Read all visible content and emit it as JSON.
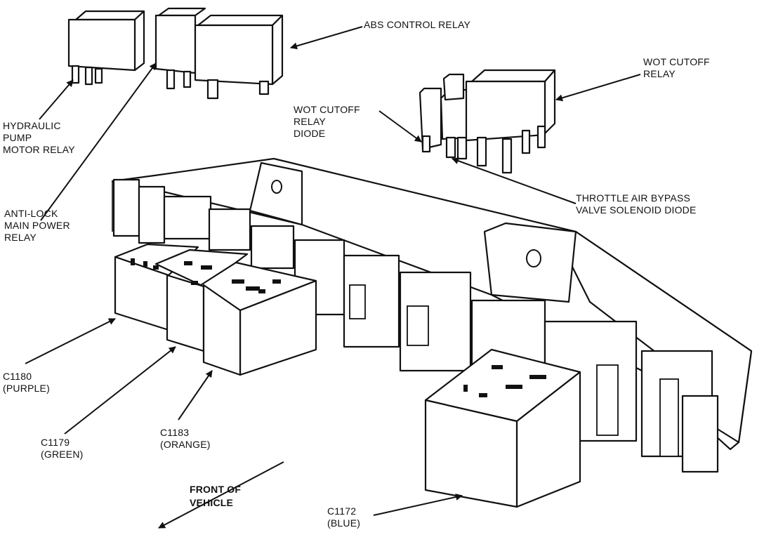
{
  "labels": {
    "abs_control_relay": "ABS CONTROL RELAY",
    "hydraulic_pump_motor_relay": "HYDRAULIC\nPUMP\nMOTOR RELAY",
    "anti_lock_main_power_relay": "ANTI-LOCK\nMAIN POWER\nRELAY",
    "wot_cutoff_relay": "WOT CUTOFF\nRELAY",
    "wot_cutoff_relay_diode": "WOT CUTOFF\nRELAY\nDIODE",
    "throttle_air_bypass_valve_solenoid_diode": "THROTTLE AIR BYPASS\nVALVE SOLENOID DIODE",
    "c1180": "C1180\n(PURPLE)",
    "c1179": "C1179\n(GREEN)",
    "c1183": "C1183\n(ORANGE)",
    "c1172": "C1172\n(BLUE)",
    "front_of_vehicle": "FRONT OF\nVEHICLE"
  }
}
